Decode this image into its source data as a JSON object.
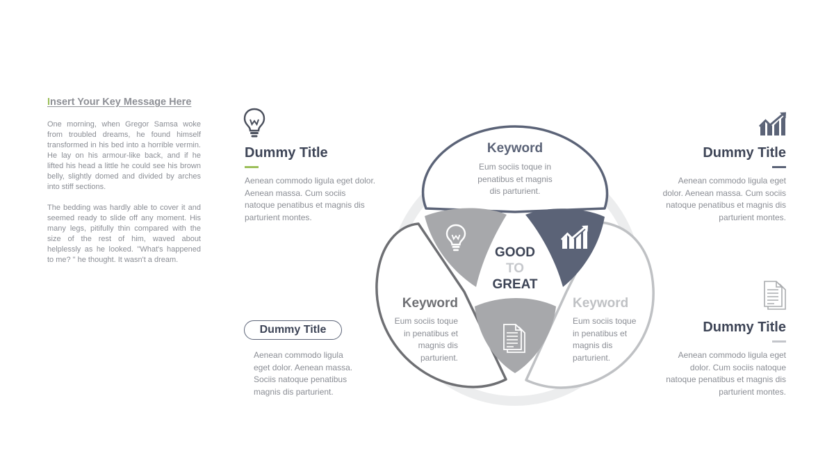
{
  "left_panel": {
    "key_message_first": "I",
    "key_message_rest": "nsert Your Key Message Here",
    "paragraph_1": "One morning, when Gregor Samsa woke from troubled dreams, he found himself transformed in his bed into a horrible vermin. He lay on his armour-like back, and if he lifted his head a little he could see his brown belly, slightly domed and divided by arches into stiff sections.",
    "paragraph_2": "The bedding was hardly able to cover it and seemed ready to slide off any moment. His many legs, pitifully thin compared with the size of the rest of him, waved about helplessly as he looked. \"What's happened to me? \" he thought. It wasn't a dream."
  },
  "items": {
    "top_left": {
      "icon": "lightbulb-icon",
      "title": "Dummy Title",
      "desc_lines": [
        "Aenean commodo ligula eget dolor.",
        "Aenean massa. Cum sociis",
        "natoque penatibus et magnis dis",
        "parturient montes."
      ],
      "accent": "#9cbf5a"
    },
    "top_right": {
      "icon": "growth-chart-icon",
      "title": "Dummy Title",
      "desc_lines": [
        "Aenean commodo ligula eget",
        "dolor. Aenean massa. Cum sociis",
        "natoque penatibus et magnis dis",
        "parturient montes."
      ],
      "accent": "#5b6377"
    },
    "bottom_left": {
      "title": "Dummy Title",
      "desc_lines": [
        "Aenean commodo ligula",
        "eget dolor. Aenean massa.",
        "Sociis natoque penatibus",
        "magnis dis parturient."
      ]
    },
    "bottom_right": {
      "icon": "document-icon",
      "title": "Dummy Title",
      "desc_lines": [
        "Aenean commodo ligula eget",
        "dolor. Cum sociis natoque",
        "natoque penatibus et magnis dis",
        "parturient montes."
      ],
      "accent": "#c3c5ca"
    }
  },
  "diagram": {
    "center": {
      "line1": "GOOD",
      "line2": "TO",
      "line3": "GREAT"
    },
    "top": {
      "keyword": "Keyword",
      "desc_lines": [
        "Eum sociis toque in",
        "penatibus et magnis",
        "dis parturient."
      ]
    },
    "left": {
      "keyword": "Keyword",
      "desc_lines": [
        "Eum sociis toque",
        "in penatibus et",
        "magnis dis",
        "parturient."
      ]
    },
    "right": {
      "keyword": "Keyword",
      "desc_lines": [
        "Eum sociis toque",
        "in penatibus et",
        "magnis dis",
        "parturient."
      ]
    },
    "colors": {
      "navy": "#5b6377",
      "dark_gray": "#6e6f73",
      "light_gray": "#bfc1c4",
      "mid_gray": "#a7a8ab",
      "ring": "#ecedee",
      "text_dark": "#3d4456",
      "text_light": "#c6c8cc"
    }
  }
}
